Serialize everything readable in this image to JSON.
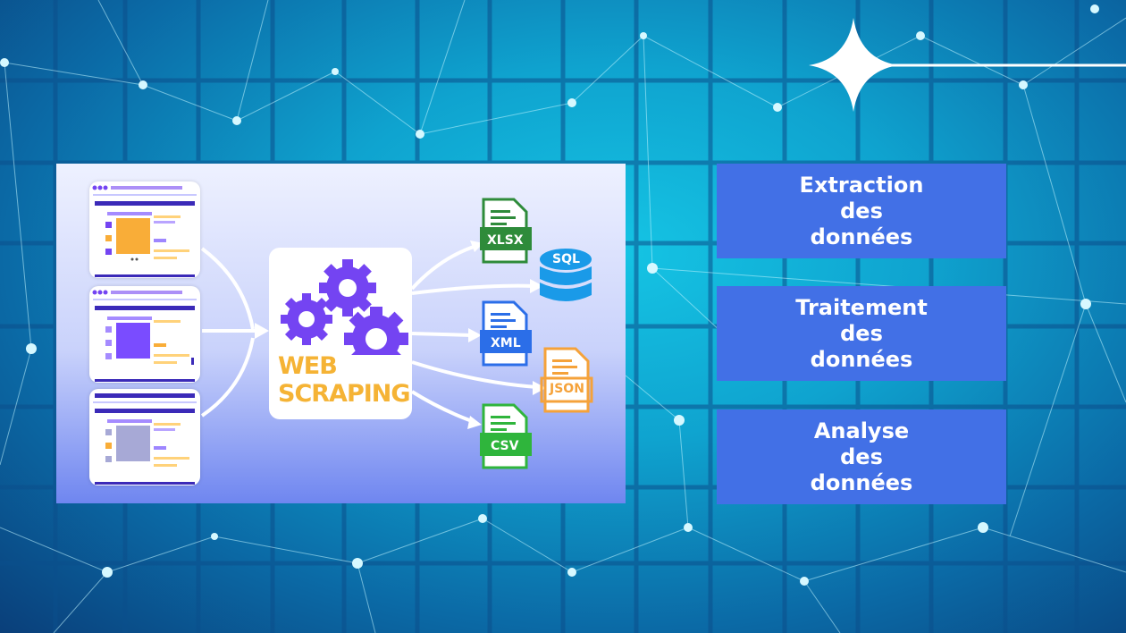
{
  "scraping": {
    "line1": "WEB",
    "line2": "SCRAPING"
  },
  "formats": {
    "xlsx": "XLSX",
    "sql": "SQL",
    "xml": "XML",
    "json": "JSON",
    "csv": "CSV"
  },
  "steps": [
    {
      "l1": "Extraction",
      "l2": "des",
      "l3": "données"
    },
    {
      "l1": "Traitement",
      "l2": "des",
      "l3": "données"
    },
    {
      "l1": "Analyse",
      "l2": "des",
      "l3": "données"
    }
  ],
  "colors": {
    "xlsx": "#2e8b3a",
    "sql": "#1a9ae8",
    "xml": "#2b6ee8",
    "json": "#f5a23a",
    "csv": "#2fb53c",
    "gear": "#7444f2",
    "accent": "#4270e6"
  }
}
